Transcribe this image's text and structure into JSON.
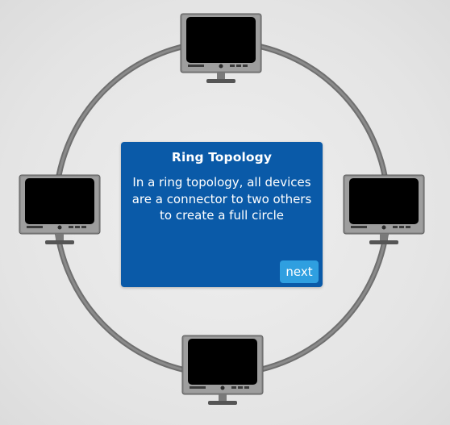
{
  "diagram": {
    "title": "Ring Topology",
    "description": "In a ring topology, all devices are a connector to two others to create a full circle",
    "next_label": "next",
    "nodes": [
      {
        "name": "monitor-top",
        "icon": "monitor-icon"
      },
      {
        "name": "monitor-left",
        "icon": "monitor-icon"
      },
      {
        "name": "monitor-right",
        "icon": "monitor-icon"
      },
      {
        "name": "monitor-bottom",
        "icon": "monitor-icon"
      }
    ],
    "colors": {
      "ring": "#7a7a7a",
      "panel": "#0a5aa8",
      "button": "#2f9fe0",
      "screen": "#000000"
    }
  }
}
